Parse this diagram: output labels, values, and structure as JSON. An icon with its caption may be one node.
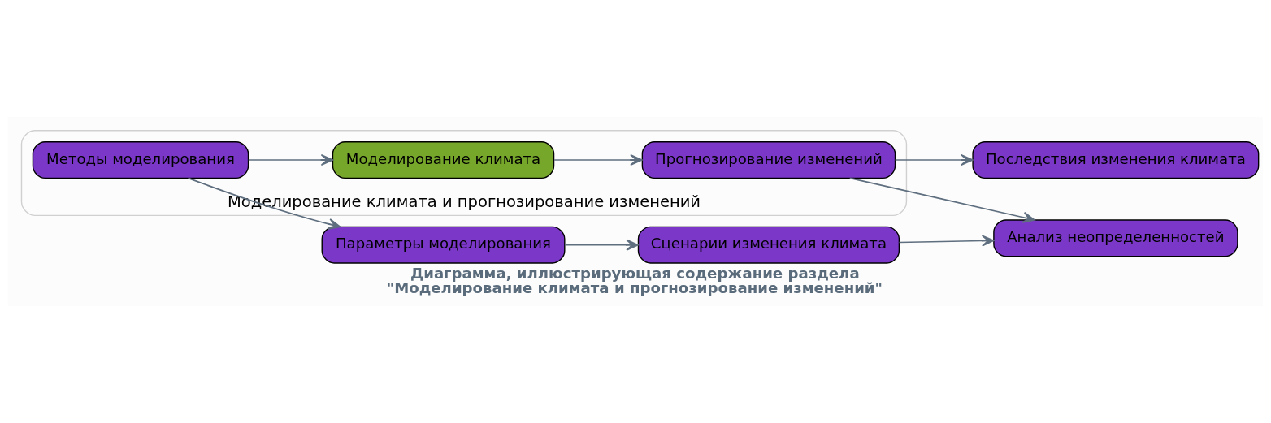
{
  "diagram": {
    "caption": "Диаграмма, иллюстрирующая содержание раздела \"Моделирование климата и прогнозирование изменений\"",
    "nodes": [
      {
        "text": [
          "Моделирование климата и прогнозирование изменений"
        ]
      },
      {
        "text": [
          "Методы моделирования"
        ],
        "in": 0
      },
      {
        "text": [
          "Моделирование климата"
        ],
        "in": 0
      },
      {
        "text": [
          "Прогнозирование изменений"
        ],
        "in": 0
      },
      {
        "text": [
          "Последствия изменения климата"
        ]
      },
      {
        "text": [
          "Параметры моделирования"
        ]
      },
      {
        "text": [
          "Сценарии изменения климата"
        ]
      },
      {
        "text": [
          "Анализ неопределенностей"
        ]
      }
    ],
    "edges": [
      {
        "from": 1,
        "to": 2,
        "arrow": "to"
      },
      {
        "from": 1,
        "to": 5,
        "arrow": "to"
      },
      {
        "from": 2,
        "to": 3,
        "arrow": "to"
      },
      {
        "from": 3,
        "to": 4,
        "arrow": "to"
      },
      {
        "from": 3,
        "to": 7,
        "arrow": "to"
      },
      {
        "from": 5,
        "to": 6,
        "arrow": "to"
      },
      {
        "from": 6,
        "to": 7,
        "arrow": "to"
      }
    ]
  }
}
